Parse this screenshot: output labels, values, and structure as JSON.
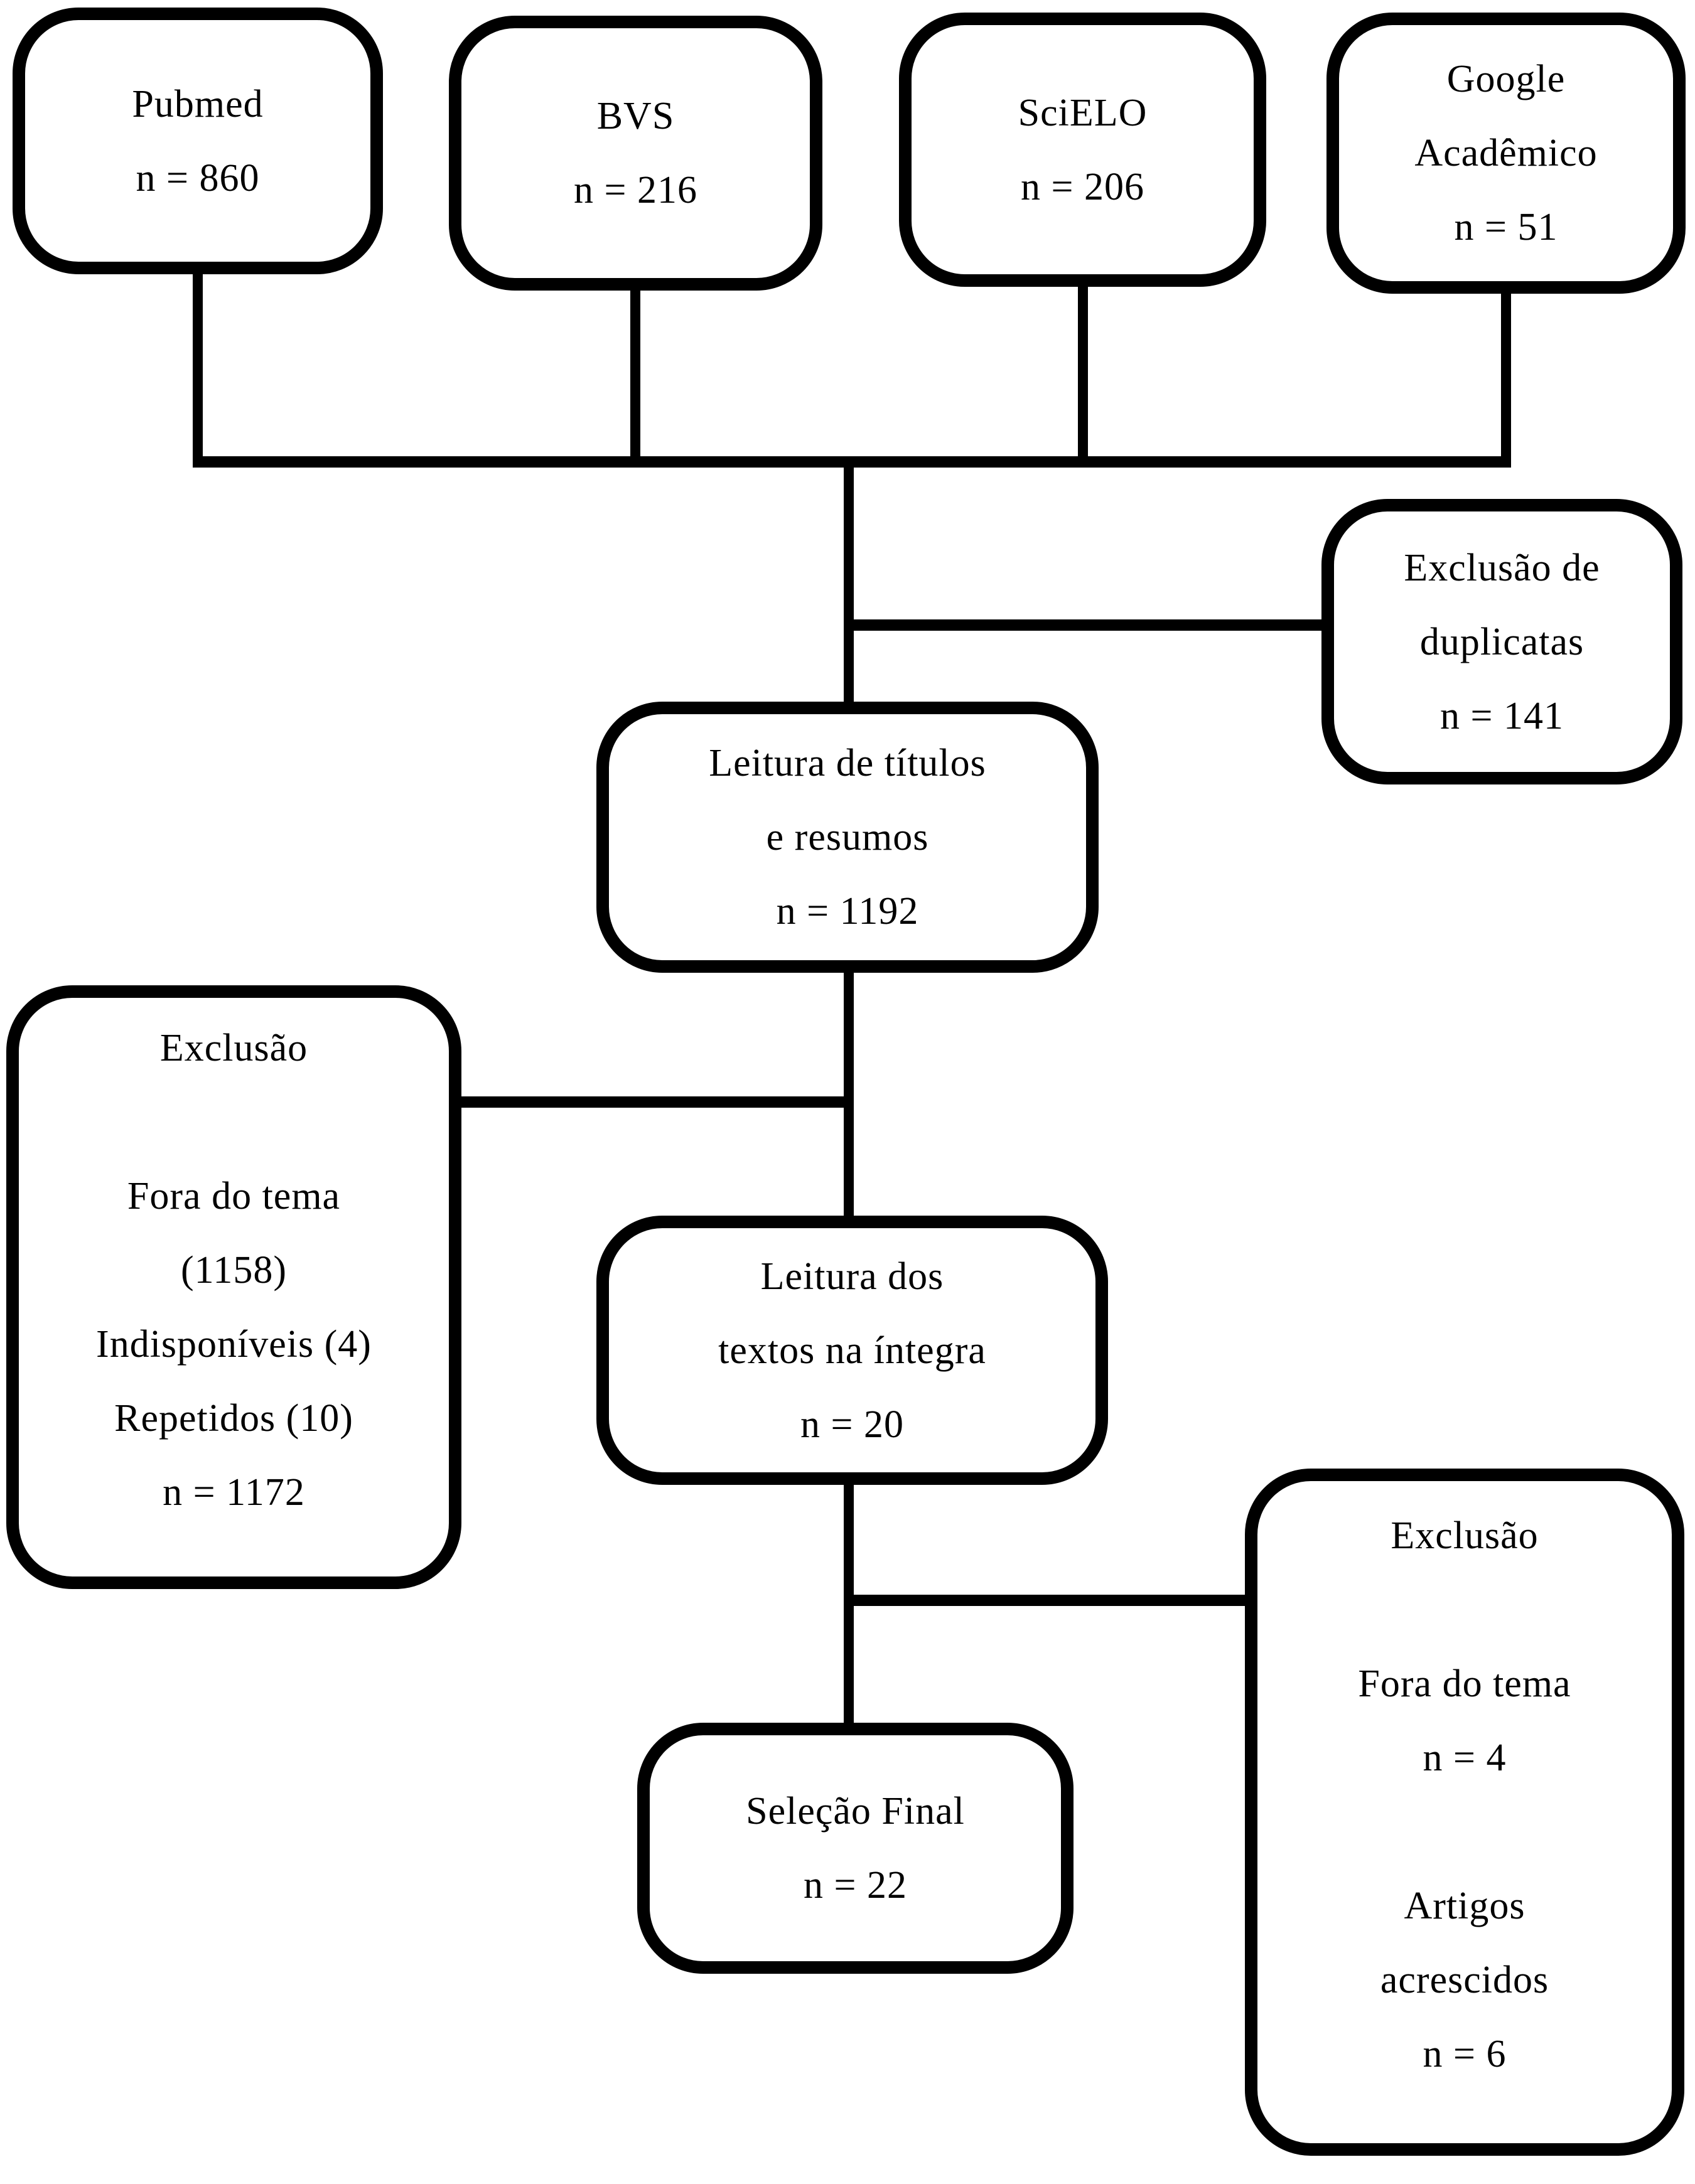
{
  "diagram": {
    "kind": "systematic-review-flowchart",
    "colors": {
      "line": "#000000",
      "box_border": "#000000",
      "box_fill": "#ffffff",
      "background": "#ffffff",
      "text": "#000000"
    },
    "nodes": {
      "pubmed": {
        "lines": [
          "Pubmed",
          "n = 860"
        ]
      },
      "bvs": {
        "lines": [
          "BVS",
          "n = 216"
        ]
      },
      "scielo": {
        "lines": [
          "SciELO",
          "n = 206"
        ]
      },
      "google": {
        "lines": [
          "Google",
          "Acadêmico",
          "n = 51"
        ]
      },
      "duplicates": {
        "lines": [
          "Exclusão de",
          "duplicatas",
          "n = 141"
        ]
      },
      "titles_abstracts": {
        "lines": [
          "Leitura de títulos",
          "e resumos",
          "n = 1192"
        ]
      },
      "exclusion_1": {
        "lines": [
          "Exclusão",
          "",
          "Fora do tema",
          "(1158)",
          "Indisponíveis (4)",
          "Repetidos (10)",
          "n = 1172"
        ]
      },
      "full_text": {
        "lines": [
          "Leitura dos",
          "textos na íntegra",
          "n = 20"
        ]
      },
      "final_selection": {
        "lines": [
          "Seleção Final",
          "n = 22"
        ]
      },
      "exclusion_2": {
        "lines": [
          "Exclusão",
          "",
          "Fora do tema",
          "n = 4",
          "",
          "Artigos",
          "acrescidos",
          "n = 6"
        ]
      }
    }
  }
}
